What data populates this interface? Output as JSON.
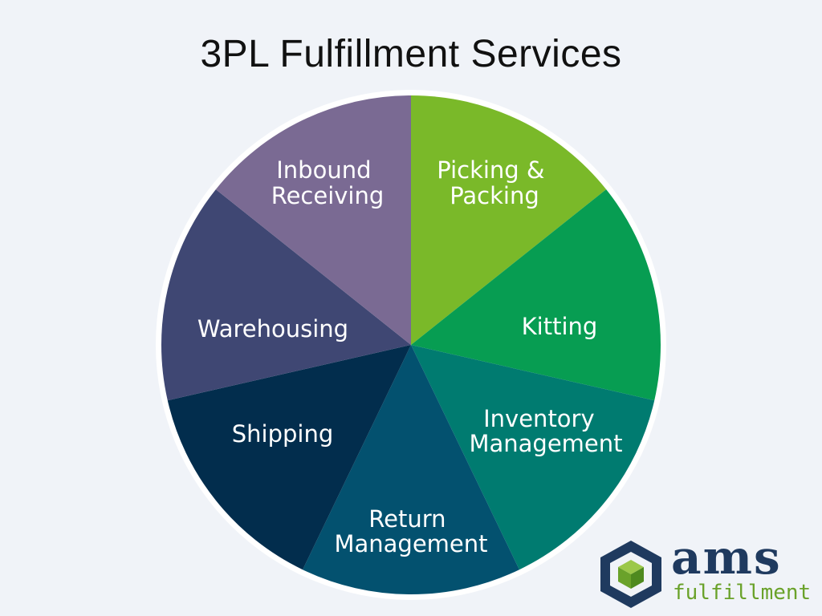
{
  "title": "3PL Fulfillment Services",
  "wheel": {
    "segments": [
      {
        "label_lines": [
          "Picking &",
          "Packing"
        ],
        "color": "#7ab929"
      },
      {
        "label_lines": [
          "Kitting"
        ],
        "color": "#079d52"
      },
      {
        "label_lines": [
          "Inventory",
          "Management"
        ],
        "color": "#007b70"
      },
      {
        "label_lines": [
          "Return",
          "Management"
        ],
        "color": "#03516f"
      },
      {
        "label_lines": [
          "Shipping"
        ],
        "color": "#022d4d"
      },
      {
        "label_lines": [
          "Warehousing"
        ],
        "color": "#3f4773"
      },
      {
        "label_lines": [
          "Inbound",
          "Receiving"
        ],
        "color": "#7a6a93"
      }
    ]
  },
  "logo": {
    "wordmark": "ams",
    "subtext": "fulfillment",
    "colors": {
      "navy": "#1f3a5f",
      "green": "#6aa22a",
      "light_green": "#9cc84a"
    }
  }
}
